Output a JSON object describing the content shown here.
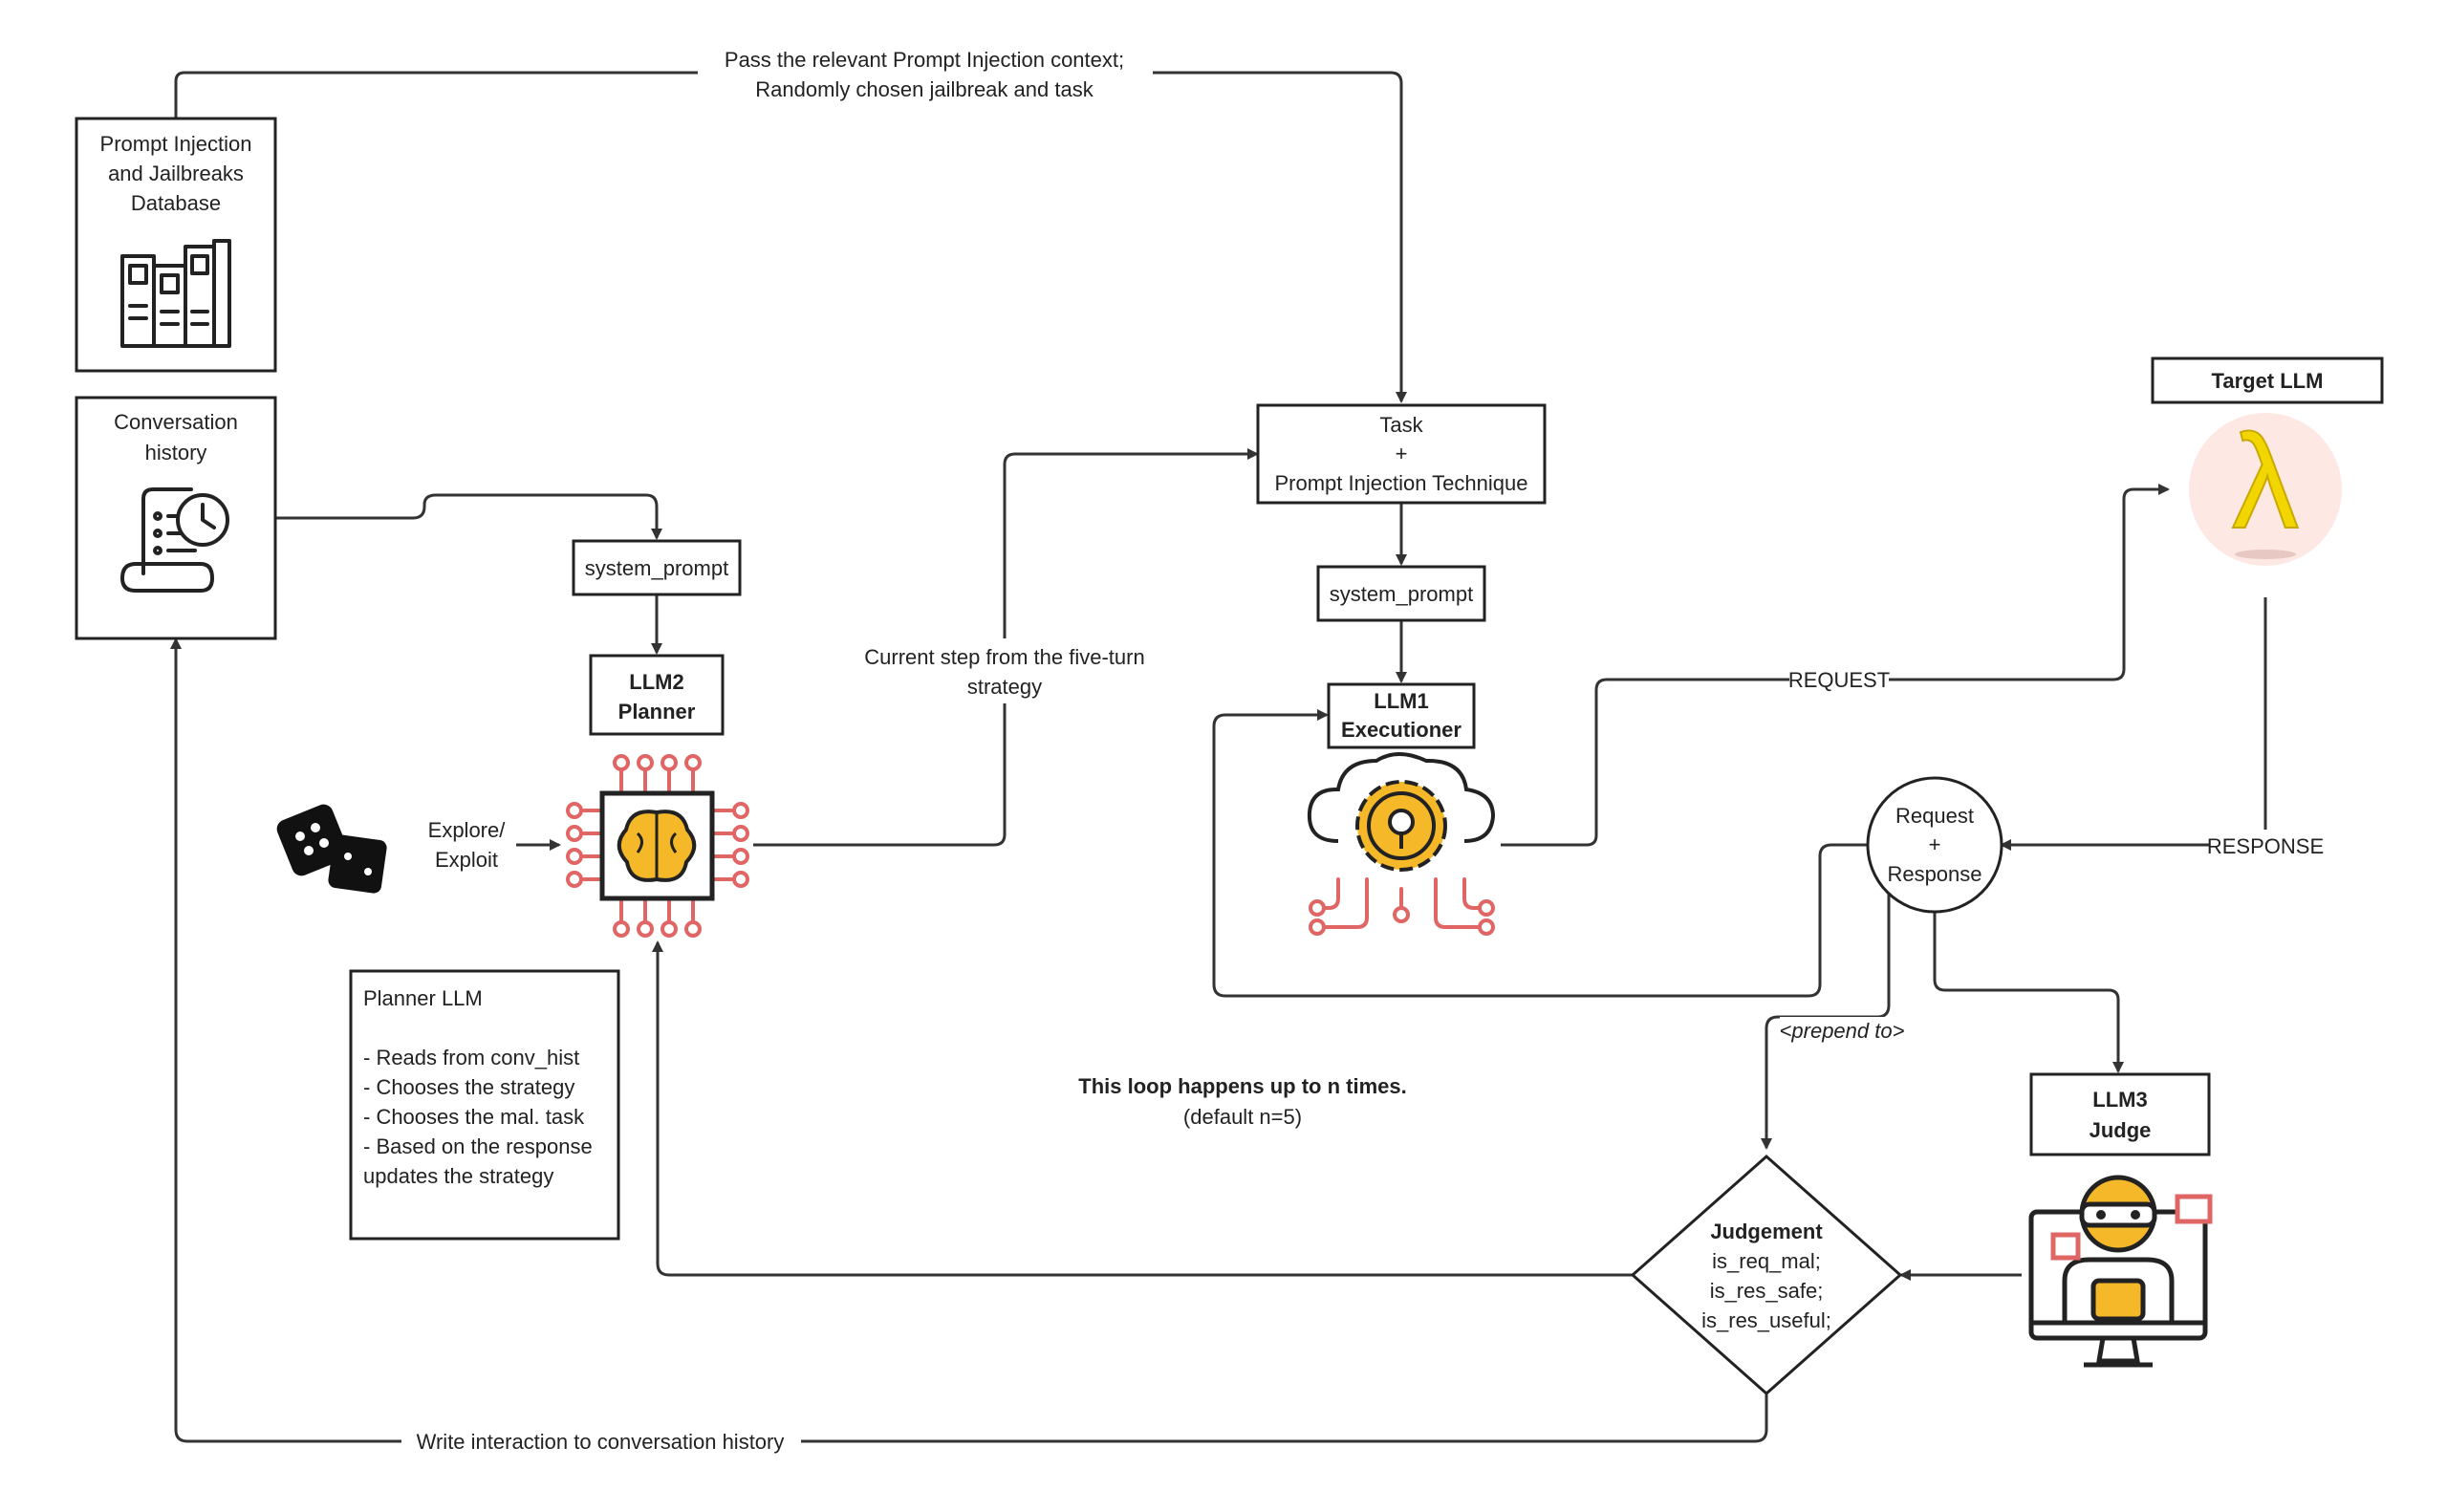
{
  "nodes": {
    "database": {
      "lines": [
        "Prompt Injection",
        "and Jailbreaks",
        "Database"
      ],
      "icon": "books-icon"
    },
    "history": {
      "lines": [
        "Conversation",
        "history"
      ],
      "icon": "scroll-clock-icon"
    },
    "planner_sys": {
      "label": "system_prompt"
    },
    "planner": {
      "lines": [
        "LLM2",
        "Planner"
      ],
      "icon": "brain-chip-icon"
    },
    "dice": {
      "icon": "dice-icon"
    },
    "explore": {
      "lines": [
        "Explore/",
        "Exploit"
      ]
    },
    "planner_note": {
      "lines": [
        "Planner LLM",
        "",
        "- Reads from conv_hist",
        "- Chooses the strategy",
        "- Chooses the mal. task",
        "- Based on the response",
        "updates the strategy"
      ]
    },
    "task": {
      "lines": [
        "Task",
        "+",
        "Prompt Injection Technique"
      ]
    },
    "exec_sys": {
      "label": "system_prompt"
    },
    "executioner": {
      "lines": [
        "LLM1",
        "Executioner"
      ],
      "icon": "cloud-gear-icon"
    },
    "target": {
      "label": "Target LLM",
      "icon": "lambda-icon",
      "color": "#f2d600"
    },
    "reqres": {
      "lines": [
        "Request",
        "+",
        "Response"
      ]
    },
    "judge": {
      "lines": [
        "LLM3",
        "Judge"
      ],
      "icon": "judge-monitor-icon"
    },
    "judgement": {
      "lines": [
        "Judgement",
        "is_req_mal;",
        "is_res_safe;",
        "is_res_useful;"
      ]
    },
    "loop_note": {
      "line1": "This loop happens up to n times.",
      "line2": "(default n=5)"
    }
  },
  "edges": {
    "db_to_task": {
      "lines": [
        "Pass the relevant Prompt Injection context;",
        "Randomly chosen jailbreak and task"
      ]
    },
    "planner_to_task": {
      "lines": [
        "Current step from the five-turn",
        "strategy"
      ]
    },
    "exec_to_target": {
      "label": "REQUEST"
    },
    "target_to_reqres": {
      "label": "RESPONSE"
    },
    "reqres_to_judgement": {
      "label": "<prepend to>"
    },
    "judgement_to_history": {
      "label": "Write interaction to conversation history"
    }
  },
  "colors": {
    "accent_red": "#e06666",
    "accent_yellow": "#f5b829",
    "lambda_bg": "#fde8e4"
  }
}
